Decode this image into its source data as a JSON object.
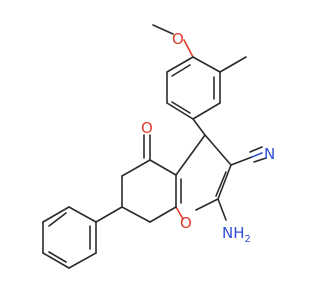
{
  "molecule": {
    "labels": {
      "methoxy_o": "O",
      "ketone_o": "O",
      "ring_o": "O",
      "nitrile_n": "N",
      "amino": "NH",
      "amino_sub": "2"
    }
  },
  "colors": {
    "bond": "#2a2a2a",
    "oxygen": "#e03c2c",
    "nitrogen": "#2f4fd8",
    "background": "#ffffff"
  }
}
